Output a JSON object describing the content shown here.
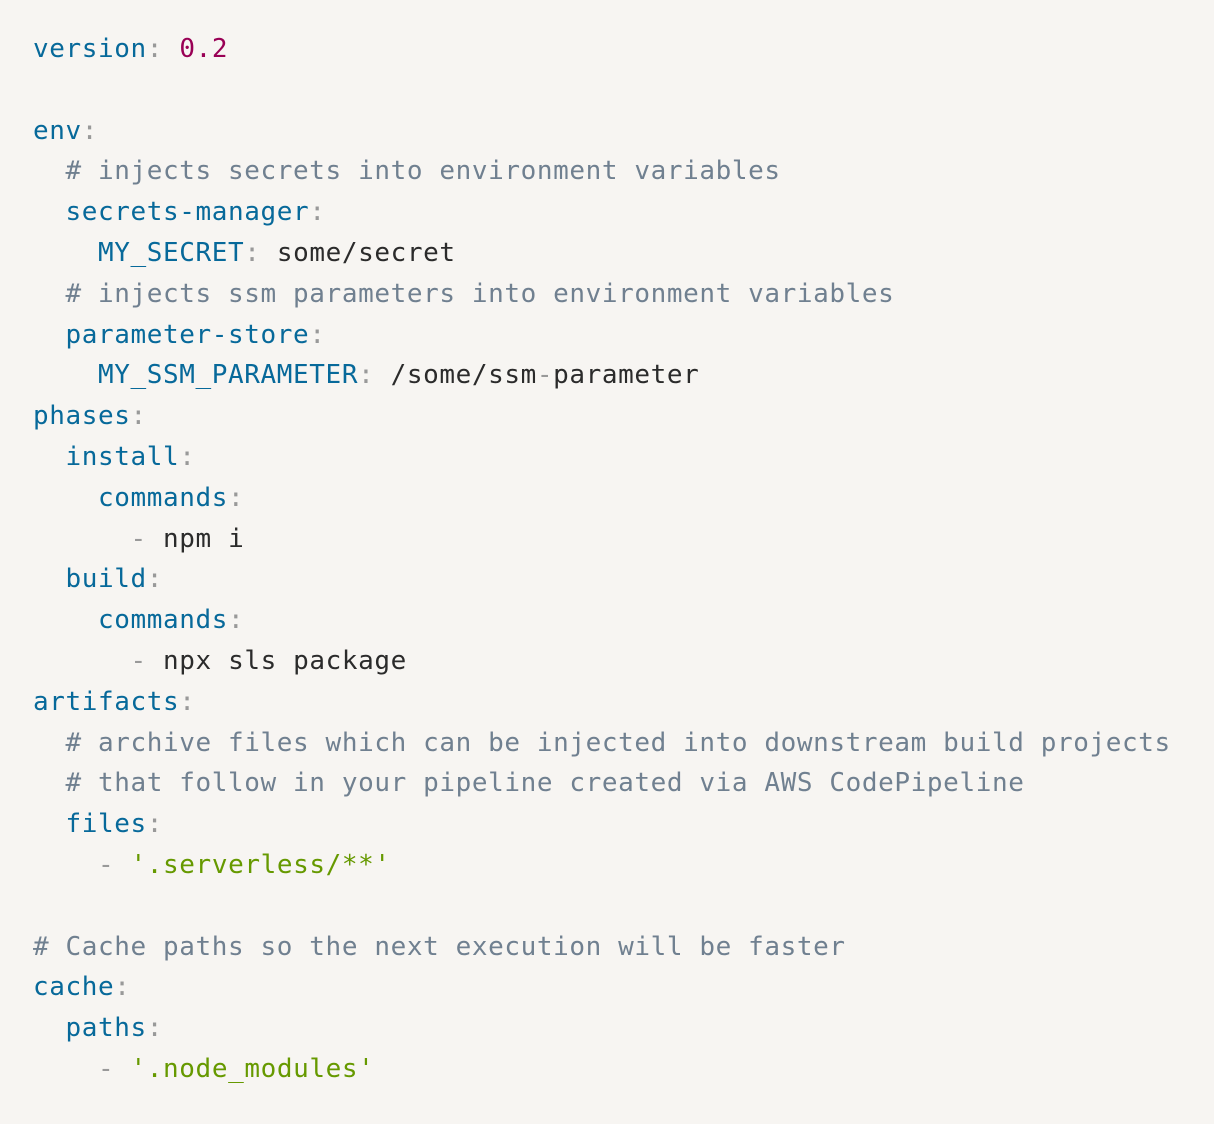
{
  "lines": [
    {
      "tokens": [
        {
          "t": "key",
          "v": "version"
        },
        {
          "t": "punct",
          "v": ":"
        },
        {
          "t": "plain",
          "v": " "
        },
        {
          "t": "num",
          "v": "0.2"
        }
      ]
    },
    {
      "tokens": []
    },
    {
      "tokens": [
        {
          "t": "key",
          "v": "env"
        },
        {
          "t": "punct",
          "v": ":"
        }
      ]
    },
    {
      "tokens": [
        {
          "t": "comment",
          "v": "  # injects secrets into environment variables"
        }
      ]
    },
    {
      "tokens": [
        {
          "t": "plain",
          "v": "  "
        },
        {
          "t": "key",
          "v": "secrets-manager"
        },
        {
          "t": "punct",
          "v": ":"
        }
      ]
    },
    {
      "tokens": [
        {
          "t": "plain",
          "v": "    "
        },
        {
          "t": "key",
          "v": "MY_SECRET"
        },
        {
          "t": "punct",
          "v": ":"
        },
        {
          "t": "plain",
          "v": " some/secret"
        }
      ]
    },
    {
      "tokens": [
        {
          "t": "comment",
          "v": "  # injects ssm parameters into environment variables"
        }
      ]
    },
    {
      "tokens": [
        {
          "t": "plain",
          "v": "  "
        },
        {
          "t": "key",
          "v": "parameter-store"
        },
        {
          "t": "punct",
          "v": ":"
        }
      ]
    },
    {
      "tokens": [
        {
          "t": "plain",
          "v": "    "
        },
        {
          "t": "key",
          "v": "MY_SSM_PARAMETER"
        },
        {
          "t": "punct",
          "v": ":"
        },
        {
          "t": "plain",
          "v": " /some/ssm"
        },
        {
          "t": "punct",
          "v": "-"
        },
        {
          "t": "plain",
          "v": "parameter"
        }
      ]
    },
    {
      "tokens": [
        {
          "t": "key",
          "v": "phases"
        },
        {
          "t": "punct",
          "v": ":"
        }
      ]
    },
    {
      "tokens": [
        {
          "t": "plain",
          "v": "  "
        },
        {
          "t": "key",
          "v": "install"
        },
        {
          "t": "punct",
          "v": ":"
        }
      ]
    },
    {
      "tokens": [
        {
          "t": "plain",
          "v": "    "
        },
        {
          "t": "key",
          "v": "commands"
        },
        {
          "t": "punct",
          "v": ":"
        }
      ]
    },
    {
      "tokens": [
        {
          "t": "plain",
          "v": "      "
        },
        {
          "t": "punct",
          "v": "-"
        },
        {
          "t": "plain",
          "v": " npm i"
        }
      ]
    },
    {
      "tokens": [
        {
          "t": "plain",
          "v": "  "
        },
        {
          "t": "key",
          "v": "build"
        },
        {
          "t": "punct",
          "v": ":"
        }
      ]
    },
    {
      "tokens": [
        {
          "t": "plain",
          "v": "    "
        },
        {
          "t": "key",
          "v": "commands"
        },
        {
          "t": "punct",
          "v": ":"
        }
      ]
    },
    {
      "tokens": [
        {
          "t": "plain",
          "v": "      "
        },
        {
          "t": "punct",
          "v": "-"
        },
        {
          "t": "plain",
          "v": " npx sls package"
        }
      ]
    },
    {
      "tokens": [
        {
          "t": "key",
          "v": "artifacts"
        },
        {
          "t": "punct",
          "v": ":"
        }
      ]
    },
    {
      "tokens": [
        {
          "t": "comment",
          "v": "  # archive files which can be injected into downstream build projects"
        }
      ]
    },
    {
      "tokens": [
        {
          "t": "comment",
          "v": "  # that follow in your pipeline created via AWS CodePipeline"
        }
      ]
    },
    {
      "tokens": [
        {
          "t": "plain",
          "v": "  "
        },
        {
          "t": "key",
          "v": "files"
        },
        {
          "t": "punct",
          "v": ":"
        }
      ]
    },
    {
      "tokens": [
        {
          "t": "plain",
          "v": "    "
        },
        {
          "t": "punct",
          "v": "-"
        },
        {
          "t": "plain",
          "v": " "
        },
        {
          "t": "str",
          "v": "'.serverless/**'"
        }
      ]
    },
    {
      "tokens": []
    },
    {
      "tokens": [
        {
          "t": "comment",
          "v": "# Cache paths so the next execution will be faster"
        }
      ]
    },
    {
      "tokens": [
        {
          "t": "key",
          "v": "cache"
        },
        {
          "t": "punct",
          "v": ":"
        }
      ]
    },
    {
      "tokens": [
        {
          "t": "plain",
          "v": "  "
        },
        {
          "t": "key",
          "v": "paths"
        },
        {
          "t": "punct",
          "v": ":"
        }
      ]
    },
    {
      "tokens": [
        {
          "t": "plain",
          "v": "    "
        },
        {
          "t": "punct",
          "v": "-"
        },
        {
          "t": "plain",
          "v": " "
        },
        {
          "t": "str",
          "v": "'.node_modules'"
        }
      ]
    }
  ]
}
